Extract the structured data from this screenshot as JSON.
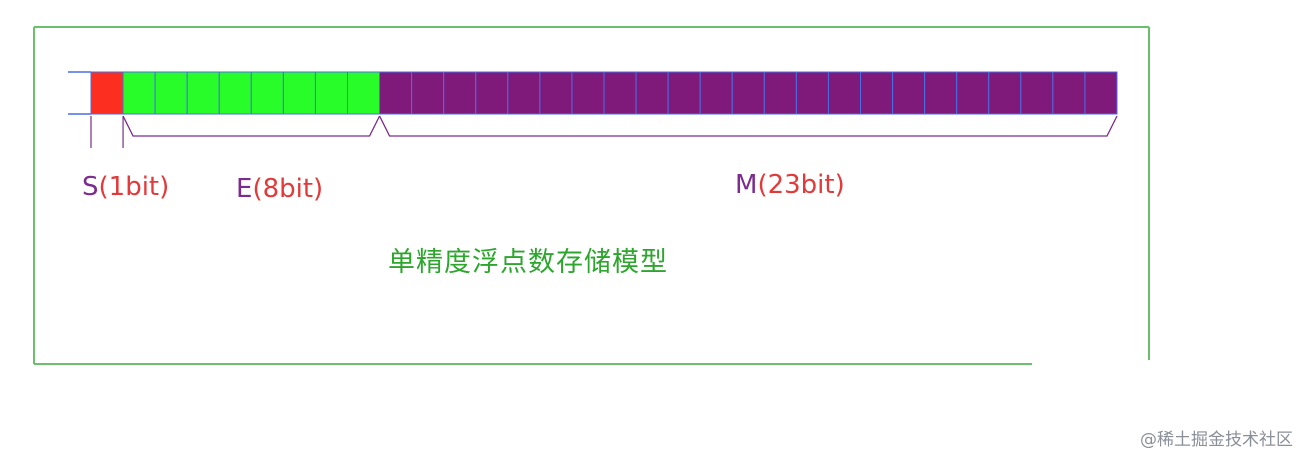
{
  "diagram": {
    "caption": "单精度浮点数存储模型",
    "fields": [
      {
        "key": "S",
        "letter": "S",
        "bits_text": "(1bit)",
        "bits": 1,
        "color": "#fb2e1f"
      },
      {
        "key": "E",
        "letter": "E",
        "bits_text": "(8bit)",
        "bits": 8,
        "color": "#28fd2a"
      },
      {
        "key": "M",
        "letter": "M",
        "bits_text": "(23bit)",
        "bits": 23,
        "color": "#7f1a7b"
      }
    ],
    "colors": {
      "frame": "#6cbf6c",
      "cell_border": "#4a6ee6",
      "brace": "#7b2c8e",
      "label_letter": "#7b2c8e",
      "label_bits": "#e23a3a",
      "caption": "#2ea62e"
    }
  },
  "watermark": "@稀土掘金技术社区"
}
